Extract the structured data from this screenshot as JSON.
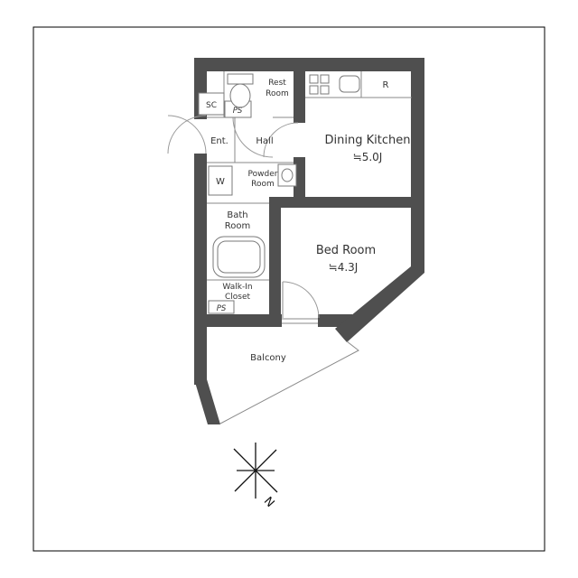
{
  "page": {
    "type": "apartment-floor-plan"
  },
  "colors": {
    "wall": "#4f4f4f",
    "thin_line": "#8a8a8a",
    "text": "#333333",
    "border": "#000000",
    "background": "#ffffff"
  },
  "rooms": {
    "rest_room": {
      "line1": "Rest",
      "line2": "Room"
    },
    "shoe_closet": {
      "label": "SC"
    },
    "pipe_space_top": {
      "label": "PS"
    },
    "entrance": {
      "label": "Ent."
    },
    "hall": {
      "label": "Hall"
    },
    "dining_kitchen": {
      "label": "Dining Kitchen",
      "size": "≒5.0J"
    },
    "refrigerator": {
      "label": "R"
    },
    "washer": {
      "label": "W"
    },
    "powder_room": {
      "line1": "Powder",
      "line2": "Room"
    },
    "bath_room": {
      "line1": "Bath",
      "line2": "Room"
    },
    "bed_room": {
      "label": "Bed Room",
      "size": "≒4.3J"
    },
    "walk_in_closet": {
      "line1": "Walk-In",
      "line2": "Closet"
    },
    "pipe_space_bottom": {
      "label": "PS"
    },
    "balcony": {
      "label": "Balcony"
    }
  },
  "compass": {
    "north_label": "N"
  }
}
